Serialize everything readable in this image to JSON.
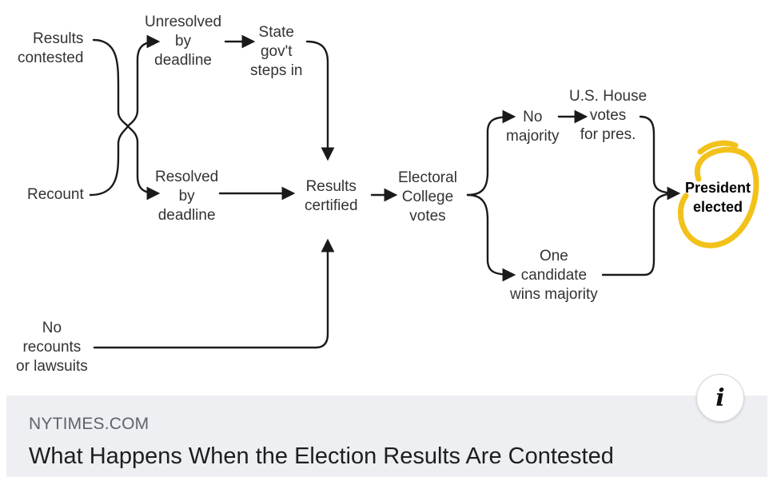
{
  "diagram": {
    "nodes": {
      "results_contested": "Results\ncontested",
      "recount": "Recount",
      "no_recounts": "No\nrecounts\nor lawsuits",
      "unresolved": "Unresolved\nby\ndeadline",
      "resolved": "Resolved\nby\ndeadline",
      "state_gov": "State\ngov't\nsteps in",
      "results_certified": "Results\ncertified",
      "electoral_college": "Electoral\nCollege\nvotes",
      "no_majority": "No\nmajority",
      "us_house": "U.S. House\nvotes\nfor pres.",
      "one_candidate": "One\ncandidate\nwins majority",
      "president_elected": "President\nelected"
    },
    "highlight_color": "#f2c21b",
    "line_color": "#1a1a1a"
  },
  "footer": {
    "source": "NYTIMES.COM",
    "headline": "What Happens When the Election Results Are Contested"
  },
  "info_button": {
    "label": "i",
    "icon": "info-icon"
  }
}
